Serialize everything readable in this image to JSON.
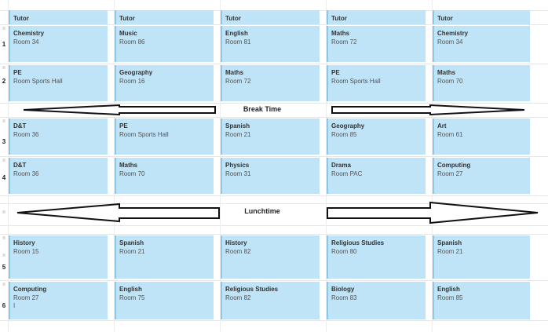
{
  "timetable": {
    "header_row": [
      "Tutor",
      "Tutor",
      "Tutor",
      "Tutor",
      "Tutor"
    ],
    "period_labels": [
      "1",
      "2",
      "3",
      "4",
      "5",
      "6"
    ],
    "tick_marks": [
      "n",
      "n",
      "n",
      "n",
      "n",
      "n",
      "n",
      "n"
    ],
    "periods": [
      [
        {
          "subject": "Chemistry",
          "room": "Room 34"
        },
        {
          "subject": "Music",
          "room": "Room 86"
        },
        {
          "subject": "English",
          "room": "Room 81"
        },
        {
          "subject": "Maths",
          "room": "Room 72"
        },
        {
          "subject": "Chemistry",
          "room": "Room 34"
        }
      ],
      [
        {
          "subject": "PE",
          "room": "Room Sports Hall"
        },
        {
          "subject": "Geography",
          "room": "Room 16"
        },
        {
          "subject": "Maths",
          "room": "Room 72"
        },
        {
          "subject": "PE",
          "room": "Room Sports Hall"
        },
        {
          "subject": "Maths",
          "room": "Room 70"
        }
      ],
      [
        {
          "subject": "D&T",
          "room": "Room 36"
        },
        {
          "subject": "PE",
          "room": "Room Sports Hall"
        },
        {
          "subject": "Spanish",
          "room": "Room 21"
        },
        {
          "subject": "Geography",
          "room": "Room 85"
        },
        {
          "subject": "Art",
          "room": "Room 61"
        }
      ],
      [
        {
          "subject": "D&T",
          "room": "Room 36"
        },
        {
          "subject": "Maths",
          "room": "Room 70"
        },
        {
          "subject": "Physics",
          "room": "Room 31"
        },
        {
          "subject": "Drama",
          "room": "Room PAC"
        },
        {
          "subject": "Computing",
          "room": "Room 27"
        }
      ],
      [
        {
          "subject": "History",
          "room": "Room 15"
        },
        {
          "subject": "Spanish",
          "room": "Room 21"
        },
        {
          "subject": "History",
          "room": "Room 82"
        },
        {
          "subject": "Religious Studies",
          "room": "Room 80"
        },
        {
          "subject": "Spanish",
          "room": "Room 21"
        }
      ],
      [
        {
          "subject": "Computing",
          "room": "Room 27",
          "extra": "I"
        },
        {
          "subject": "English",
          "room": "Room 75"
        },
        {
          "subject": "Religious Studies",
          "room": "Room 82"
        },
        {
          "subject": "Biology",
          "room": "Room 83"
        },
        {
          "subject": "English",
          "room": "Room 85"
        }
      ]
    ],
    "break_label": "Break Time",
    "lunch_label": "Lunchtime"
  },
  "colors": {
    "cell_fill": "#bfe3f7",
    "cell_edge": "#8ec7e6",
    "arrow_stroke": "#111111"
  }
}
